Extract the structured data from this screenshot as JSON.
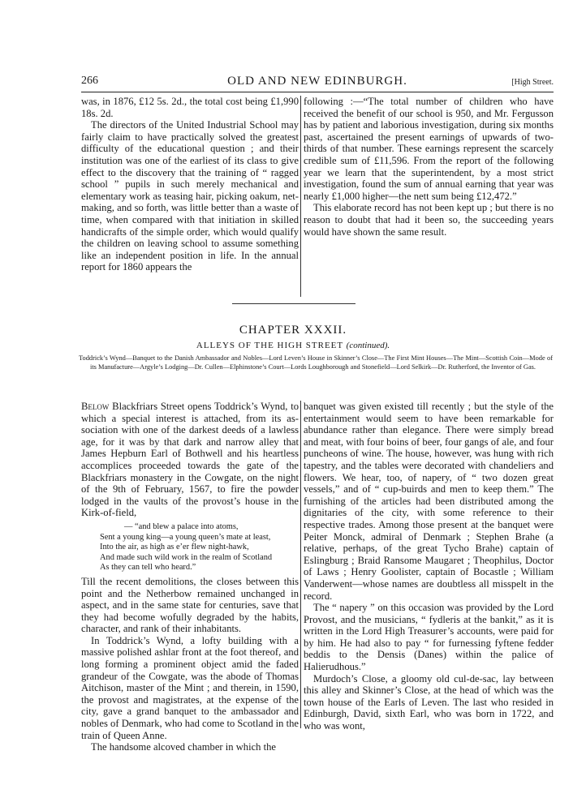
{
  "header": {
    "page_number": "266",
    "running_title": "OLD AND NEW EDINBURGH.",
    "running_section": "[High Street."
  },
  "top_section": {
    "left_column": [
      "was, in 1876, £12 5s. 2d., the total cost being £1,990 18s. 2d.",
      "The directors of the United Industrial School may fairly claim to have practically solved the greatest difficulty of the educational question ; and their institution was one of the earliest of its class to give effect to the discovery that the training of “ ragged school ” pupils in such merely mechanical and elementary work as teasing hair, picking oakum, net-making, and so forth, was little better than a waste of time, when compared with that ini­tiation in skilled handicrafts of the simple order, which would qualify the children on leaving school to assume something like an independent position in life. In the annual report for 1860 appears the"
    ],
    "right_column": [
      "following :—“The total number of children who have received the benefit of our school is 950, and Mr. Fergusson has by patient and laborious investi­gation, during six months past, ascertained the present earnings of upwards of two-thirds of that number. These earnings represent the scarcely credible sum of £11,596. From the report of the following year we learn that the superintendent, by a most strict investigation, found the sum of annual earning that year was nearly £1,000 higher—the nett sum being £12,472.”",
      "This elaborate record has not been kept up ; but there is no reason to doubt that had it been so, the succeeding years would have shown the same result."
    ]
  },
  "chapter": {
    "title": "CHAPTER XXXII.",
    "subtitle": "ALLEYS OF THE HIGH STREET",
    "subtitle_note": "(continued).",
    "summary": "Toddrick’s Wynd—Banquet to the Danish Ambassador and Nobles—Lord Leven’s House in Skinner’s Close—The First Mint Houses—The Mint—Scottish Coin—Mode of its Manufacture—Argyle’s Lodging—Dr. Cullen—Elphinstone’s Court—Lords Loughborough and Stone­field—Lord Selkirk—Dr. Rutherford, the Inventor of Gas."
  },
  "bottom_section": {
    "left_column": {
      "opening_word": "Below",
      "opening_paragraph": " Blackfriars Street opens Toddrick’s Wynd, to which a special interest is attached, from its as­sociation with one of the darkest deeds of a lawless age, for it was by that dark and narrow alley that James Hepburn Earl of Bothwell and his heartless accomplices proceeded towards the gate of the Blackfriars monastery in the Cowgate, on the night of the 9th of February, 1567, to fire the powder lodged in the vaults of the provost’s house in the Kirk-of-field,",
      "verse": [
        "— “and blew a palace into atoms,",
        "Sent a young king—a young queen’s mate at least,",
        "Into the air, as high as e’er flew night-hawk,",
        "And made such wild work in the realm of Scotland",
        "As they can tell who heard.”"
      ],
      "paragraphs": [
        "Till the recent demolitions, the closes between this point and the Netherbow remained unchanged in aspect, and in the same state for centuries, save that they had become wofully degraded by the habits, character, and rank of their inhabitants.",
        "In Toddrick’s Wynd, a lofty building with a massive polished ashlar front at the foot thereof, and long forming a prominent object amid the faded grandeur of the Cowgate, was the abode of Thomas Aitchison, master of the Mint ; and there­in, in 1590, the provost and magistrates, at the ex­pense of the city, gave a grand banquet to the ambassador and nobles of Denmark, who had come to Scotland in the train of Queen Anne.",
        "The handsome alcoved chamber in which the"
      ]
    },
    "right_column": [
      "banquet was given existed till recently ; but the style of the entertainment would seem to have been remarkable for abundance rather than elegance. There were simply bread and meat, with four boins of beer, four gangs of ale, and four puncheons of wine. The house, however, was hung with rich tapestry, and the tables were decorated with chandeliers and flowers. We hear, too, of napery, of “ two dozen great vessels,” and of “ cup-buirds and men to keep them.” The furnishing of the articles had been distributed among the dignitaries of the city, with some reference to their respective trades. Among those present at the banquet were Peiter Monck, admiral of Denmark ; Stephen Brahe (a relative, perhaps, of the great Tycho Brahe) captain of Eslingburg ; Braid Ransome Maugaret ; Theo­philus, Doctor of Laws ; Henry Goolister, captain of Bocastle ; William Vanderwent—whose names are doubtless all misspelt in the record.",
      "The “ napery ” on this occasion was provided by the Lord Provost, and the musicians, “ fydleris at the bankit,” as it is written in the Lord High Treasurer’s accounts, were paid for by him. He had also to pay “ for furnessing fyftene fedder beddis to the Densis (Danes) within the palice of Halierudhous.”",
      "Murdoch’s Close, a gloomy old cul-de-sac, lay between this alley and Skinner’s Close, at the head of which was the town house of the Earls of Leven. The last who resided in Edinburgh, David, sixth Earl, who was born in 1722, and who was wont,"
    ]
  }
}
